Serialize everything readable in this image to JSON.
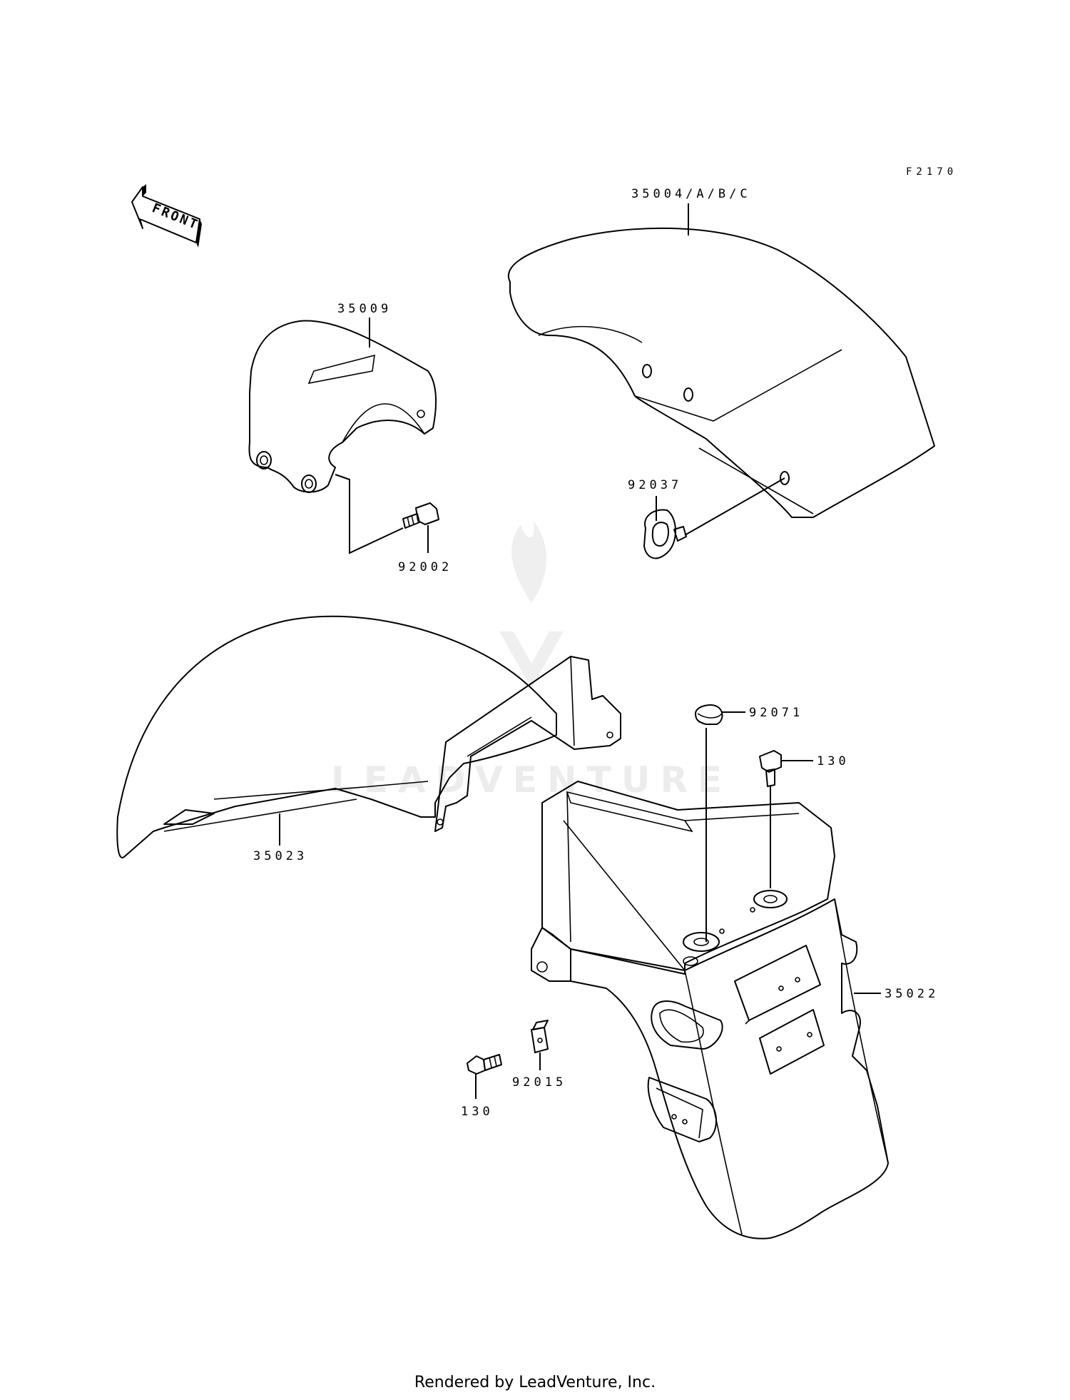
{
  "diagram_code": "F2170",
  "front_arrow_label": "FRONT",
  "watermark_text": "LEADVENTURE",
  "footer": "Rendered by LeadVenture, Inc.",
  "parts": {
    "p35004": "35004/A/B/C",
    "p35009": "35009",
    "p92037": "92037",
    "p92002": "92002",
    "p92071": "92071",
    "p130_top": "130",
    "p35023": "35023",
    "p35022": "35022",
    "p92015": "92015",
    "p130_bottom": "130"
  }
}
